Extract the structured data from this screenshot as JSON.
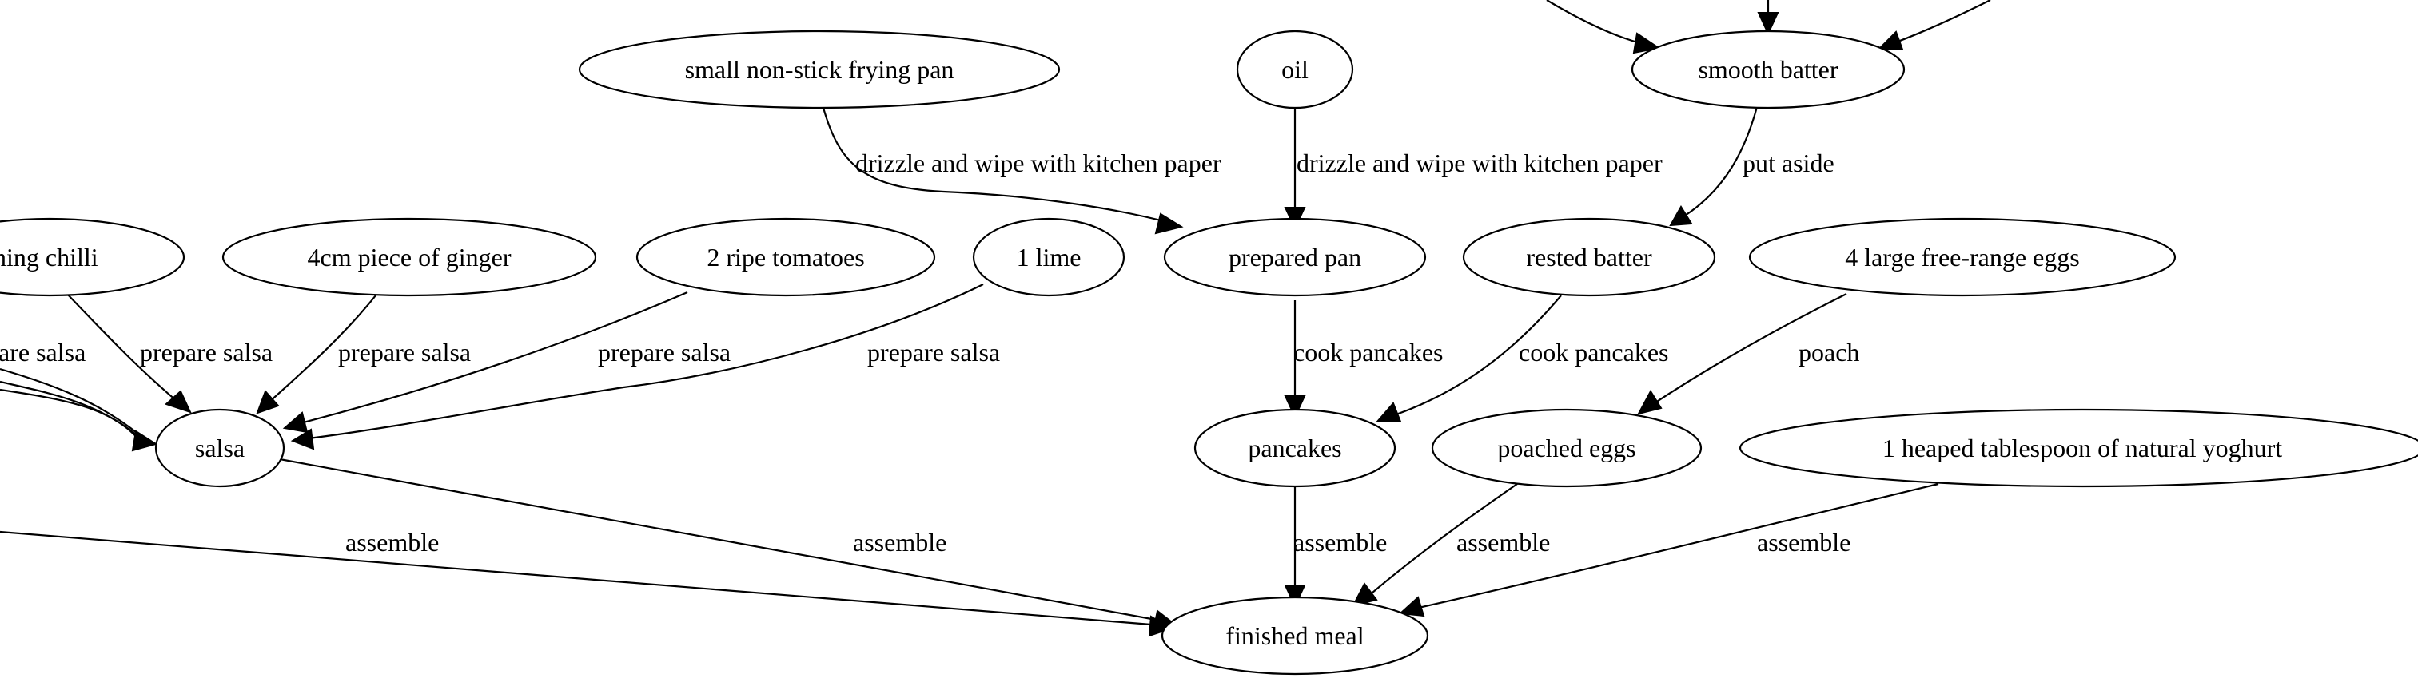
{
  "graph": {
    "nodes": {
      "frying_pan": "small non-stick frying pan",
      "oil": "oil",
      "smooth_batter": "smooth batter",
      "chilli": "ning chilli",
      "ginger": "4cm piece of ginger",
      "tomatoes": "2 ripe tomatoes",
      "lime": "1 lime",
      "prepared_pan": "prepared pan",
      "rested_batter": "rested batter",
      "eggs": "4 large free-range eggs",
      "salsa": "salsa",
      "pancakes": "pancakes",
      "poached_eggs": "poached eggs",
      "yoghurt": "1 heaped tablespoon of natural yoghurt",
      "finished_meal": "finished meal"
    },
    "edge_labels": {
      "pan_to_prepared": "drizzle and wipe with kitchen paper",
      "oil_to_prepared": "drizzle and wipe with kitchen paper",
      "smooth_to_rested": "put aside",
      "chilli_to_salsa": "prepare salsa",
      "partial_to_salsa": "are salsa",
      "ginger_to_salsa": "prepare salsa",
      "tomatoes_to_salsa": "prepare salsa",
      "lime_to_salsa": "prepare salsa",
      "prepared_to_pancakes": "cook pancakes",
      "rested_to_pancakes": "cook pancakes",
      "eggs_to_poached": "poach",
      "left_to_meal": "assemble",
      "salsa_to_meal": "assemble",
      "pancakes_to_meal": "assemble",
      "poached_to_meal": "assemble",
      "yoghurt_to_meal": "assemble"
    }
  }
}
